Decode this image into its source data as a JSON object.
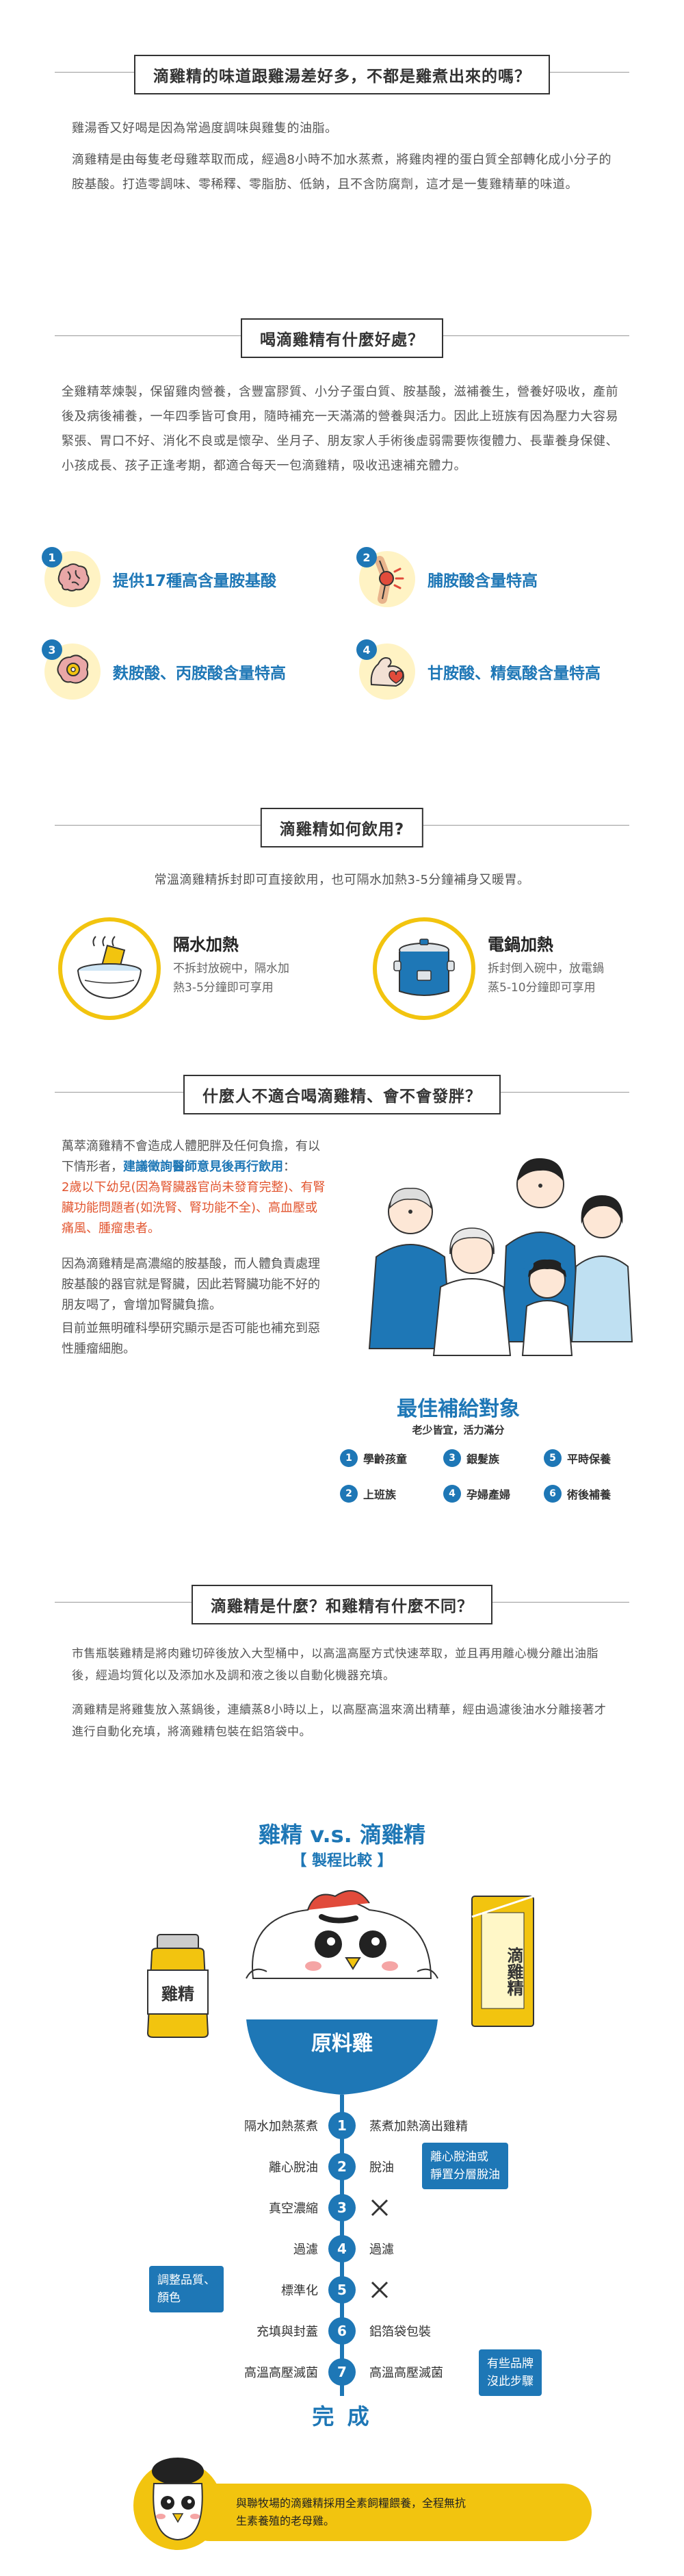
{
  "section1": {
    "title": "滴雞精的味道跟雞湯差好多，不都是雞煮出來的嗎？",
    "paragraphs": [
      "雞湯香又好喝是因為常過度調味與雞隻的油脂。",
      "滴雞精是由每隻老母雞萃取而成，經過8小時不加水蒸煮，將雞肉裡的蛋白質全部轉化成小分子的胺基酸。打造零調味、零稀釋、零脂肪、低鈉，且不含防腐劑，這才是一隻雞精華的味道。"
    ]
  },
  "section2": {
    "title": "喝滴雞精有什麼好處？",
    "paragraph": "全雞精萃煉製，保留雞肉營養，含豐富膠質、小分子蛋白質、胺基酸，滋補養生，營養好吸收，產前後及病後補養，一年四季皆可食用，隨時補充一天滿滿的營養與活力。因此上班族有因為壓力大容易緊張、胃口不好、消化不良或是懷孕、坐月子、朋友家人手術後虛弱需要恢復體力、長輩養身保健、小孩成長、孩子正逢考期，都適合每天一包滴雞精，吸收迅速補充體力。",
    "benefits": [
      {
        "num": "1",
        "label": "提供17種高含量胺基酸",
        "icon": "brain-icon"
      },
      {
        "num": "2",
        "label": "脯胺酸含量特高",
        "icon": "knee-joint-icon"
      },
      {
        "num": "3",
        "label": "麩胺酸、丙胺酸含量特高",
        "icon": "brain-gear-icon"
      },
      {
        "num": "4",
        "label": "甘胺酸、精氨酸含量特高",
        "icon": "muscle-heart-icon"
      }
    ]
  },
  "section3": {
    "title": "滴雞精如何飲用?",
    "intro": "常溫滴雞精拆封即可直接飲用，也可隔水加熱3-5分鐘補身又暖胃。",
    "methods": [
      {
        "title": "隔水加熱",
        "desc_line1": "不拆封放碗中，隔水加",
        "desc_line2": "熱3-5分鐘即可享用"
      },
      {
        "title": "電鍋加熱",
        "desc_line1": "拆封倒入碗中，放電鍋",
        "desc_line2": "蒸5-10分鐘即可享用"
      }
    ]
  },
  "section4": {
    "title": "什麼人不適合喝滴雞精、會不會發胖？",
    "p1_a": "萬萃滴雞精不會造成人體肥胖及任何負擔，有以下情形者，",
    "p1_b": "建議徵詢醫師意見後再行飲用",
    "p1_c": "：",
    "p1_red": "2歲以下幼兒(因為腎臟器官尚未發育完整)、有腎臟功能問題者(如洗腎、腎功能不全)、高血壓或痛風、腫瘤患者。",
    "p2": "因為滴雞精是高濃縮的胺基酸，而人體負責處理胺基酸的器官就是腎臟，因此若腎臟功能不好的朋友喝了，會增加腎臟負擔。",
    "p3": "目前並無明確科學研究顯示是否可能也補充到惡性腫瘤細胞。",
    "target_title": "最佳補給對象",
    "target_sub": "老少皆宜，活力滿分",
    "tags": [
      {
        "num": "1",
        "label": "學齡孩童"
      },
      {
        "num": "3",
        "label": "銀髮族"
      },
      {
        "num": "5",
        "label": "平時保養"
      },
      {
        "num": "2",
        "label": "上班族"
      },
      {
        "num": "4",
        "label": "孕婦產婦"
      },
      {
        "num": "6",
        "label": "術後補養"
      }
    ]
  },
  "section5": {
    "title": "滴雞精是什麼？和雞精有什麼不同？",
    "p1": "市售瓶裝雞精是將肉雞切碎後放入大型桶中，以高溫高壓方式快速萃取，並且再用離心機分離出油脂後，經過均質化以及添加水及調和液之後以自動化機器充填。",
    "p2": "滴雞精是將雞隻放入蒸鍋後，連續蒸8小時以上，以高壓高溫來滴出精華，經由過濾後油水分離接著才進行自動化充填，將滴雞精包裝在鋁箔袋中。",
    "compare_title": "雞精 v.s. 滴雞精",
    "compare_sub": "【 製程比較 】",
    "bottle_label": "雞精",
    "pouch_label": "滴雞精",
    "pot_label": "原料雞",
    "steps": [
      {
        "num": "1",
        "left": "隔水加熱蒸煮",
        "right": "蒸煮加熱滴出雞精"
      },
      {
        "num": "2",
        "left": "離心脫油",
        "right": "脫油"
      },
      {
        "num": "3",
        "left": "真空濃縮",
        "right": ""
      },
      {
        "num": "4",
        "left": "過濾",
        "right": "過濾"
      },
      {
        "num": "5",
        "left": "標準化",
        "right": ""
      },
      {
        "num": "6",
        "left": "充填與封蓋",
        "right": "鋁箔袋包裝"
      },
      {
        "num": "7",
        "left": "高溫高壓滅菌",
        "right": "高溫高壓滅菌"
      }
    ],
    "callout_deoil_1": "離心脫油或",
    "callout_deoil_2": "靜置分層脫油",
    "callout_std_1": "調整品質、",
    "callout_std_2": "顏色",
    "callout_some_1": "有些品牌",
    "callout_some_2": "沒此步驟",
    "done": "完 成",
    "footer_1": "與聯牧場的滴雞精採用全素飼糧餵養，全程無抗",
    "footer_2": "生素養殖的老母雞。"
  },
  "colors": {
    "blue": "#1e77b6",
    "yellow": "#f2c40f",
    "red": "#e2552f"
  }
}
